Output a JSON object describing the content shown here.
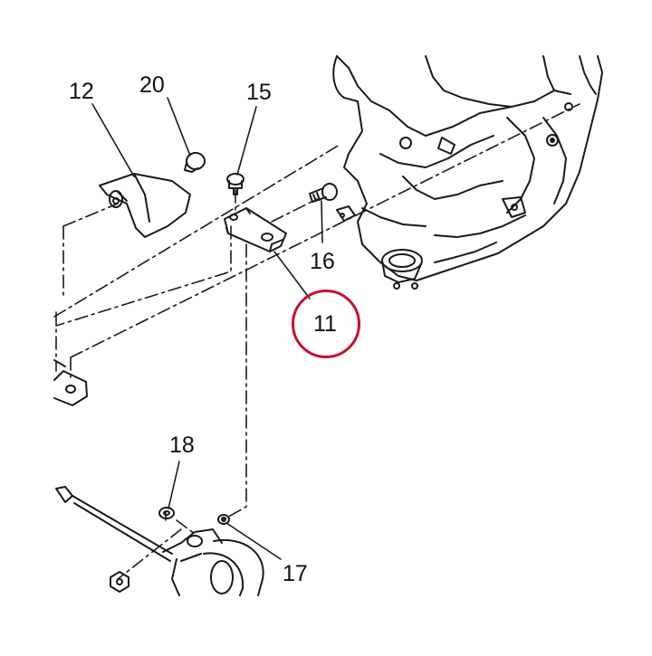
{
  "diagram": {
    "callouts": [
      {
        "id": "p12",
        "text": "12"
      },
      {
        "id": "p20",
        "text": "20"
      },
      {
        "id": "p15",
        "text": "15"
      },
      {
        "id": "p16",
        "text": "16"
      },
      {
        "id": "p11",
        "text": "11"
      },
      {
        "id": "p18",
        "text": "18"
      },
      {
        "id": "p17",
        "text": "17"
      }
    ],
    "highlighted_callout": "11",
    "colors": {
      "line": "#1a1a1a",
      "highlight": "#c8102e",
      "background": "#ffffff"
    }
  }
}
